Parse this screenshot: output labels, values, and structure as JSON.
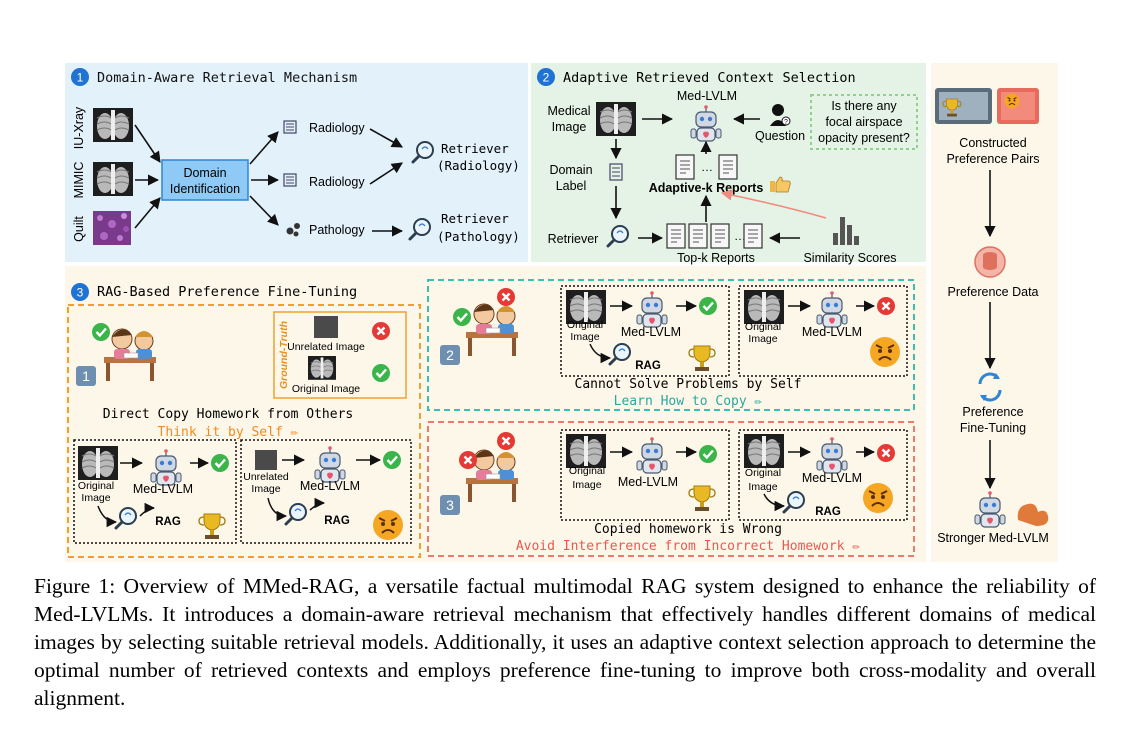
{
  "panel1": {
    "number": "1",
    "title": "Domain-Aware Retrieval Mechanism",
    "inputs": [
      "IU-Xray",
      "MIMIC",
      "Quilt"
    ],
    "domain_box": [
      "Domain",
      "Identification"
    ],
    "outputs": [
      "Radiology",
      "Radiology",
      "Pathology"
    ],
    "retrievers": [
      {
        "l1": "Retriever",
        "l2": "(Radiology)"
      },
      {
        "l1": "Retriever",
        "l2": "(Pathology)"
      }
    ]
  },
  "panel2": {
    "number": "2",
    "title": "Adaptive Retrieved Context Selection",
    "medical_image": [
      "Medical",
      "Image"
    ],
    "domain_label": [
      "Domain",
      "Label"
    ],
    "retriever": "Retriever",
    "medlvlm": "Med-LVLM",
    "question": "Question",
    "question_text": [
      "Is there any",
      "focal airspace",
      "opacity present?"
    ],
    "adaptive_k": "Adaptive-k Reports",
    "topk": "Top-k Reports",
    "similarity": "Similarity Scores"
  },
  "panel3": {
    "number": "3",
    "title": "RAG-Based Preference Fine-Tuning",
    "ground_truth": "Ground-Truth",
    "unrelated_image": "Unrelated Image",
    "original_image": "Original Image",
    "s1_text": "Direct Copy Homework from Others",
    "s1_sub": "Think it by Self ✏",
    "s2_text": "Cannot Solve Problems by Self",
    "s2_sub": "Learn How to Copy ✏",
    "s3_text": "Copied homework is Wrong",
    "s3_sub": "Avoid Interference from Incorrect Homework ✏",
    "orig_l1": "Original",
    "orig_l2": "Image",
    "unrel_l1": "Unrelated",
    "unrel_l2": "Image",
    "medlvlm": "Med-LVLM",
    "rag": "RAG"
  },
  "right": {
    "constructed": [
      "Constructed",
      "Preference Pairs"
    ],
    "pref_data": "Preference Data",
    "finetune": [
      "Preference",
      "Fine-Tuning"
    ],
    "stronger": "Stronger Med-LVLM"
  },
  "caption": "Figure 1: Overview of MMed-RAG, a versatile factual multimodal RAG system designed to enhance the reliability of Med-LVLMs. It introduces a domain-aware retrieval mechanism that effectively handles different domains of medical images by selecting suitable retrieval models. Additionally, it uses an adaptive context selection approach to determine the optimal number of retrieved contexts and employs preference fine-tuning to improve both cross-modality and overall alignment.",
  "colors": {
    "panel1_bg": "#e3f1fb",
    "panel2_bg": "#e5f3e6",
    "panel3_bg": "#fdf7ea",
    "right_bg": "#fdf7ea",
    "accent_blue": "#1f73d4",
    "orange": "#f0a030",
    "teal": "#3abfb0",
    "salmon": "#ee7a6e"
  }
}
